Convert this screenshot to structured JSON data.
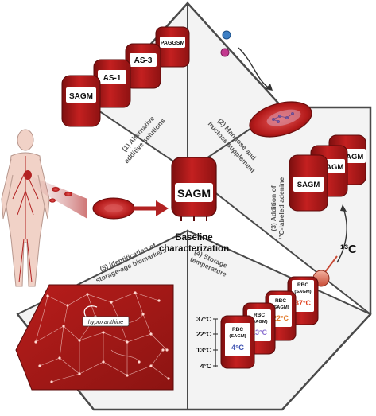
{
  "center": {
    "bag_label": "SAGM",
    "caption_line1": "Baseline",
    "caption_line2": "characterization"
  },
  "panel1": {
    "title_line1": "(1) Alternative",
    "title_line2": "additive solutions",
    "bags": [
      "SAGM",
      "AS-1",
      "AS-3",
      "PAGGSM"
    ]
  },
  "panel2": {
    "title_line1": "(2) Mannose and",
    "title_line2": "fructose supplement",
    "dot_colors": [
      "#3d7fc4",
      "#c2388e"
    ]
  },
  "panel3": {
    "title_line1": "(3) Addition of",
    "title_line2": "¹³C-labeled adenine",
    "bags": [
      "SAGM",
      "SAGM",
      "SAGM"
    ],
    "isotope_label": "¹³C"
  },
  "panel4": {
    "title_line1": "(4) Storage",
    "title_line2": "temperature",
    "scale": [
      "37°C",
      "22°C",
      "13°C",
      "4°C"
    ],
    "bags": [
      {
        "line1": "RBC",
        "line2": "(SAGM)",
        "temp": "4°C",
        "temp_color": "#3b4fb0"
      },
      {
        "line1": "RBC",
        "line2": "(SAGM)",
        "temp": "13°C",
        "temp_color": "#8a6fd0"
      },
      {
        "line1": "RBC",
        "line2": "(SAGM)",
        "temp": "22°C",
        "temp_color": "#e27a2a"
      },
      {
        "line1": "RBC",
        "line2": "(SAGM)",
        "temp": "37°C",
        "temp_color": "#e0401e"
      }
    ]
  },
  "panel5": {
    "title_line1": "(5) Identification of",
    "title_line2": "storage-age biomarkers",
    "highlight_label": "hypoxanthine"
  },
  "colors": {
    "bag_red": "#b41a1a",
    "bag_dark": "#7c0f0f",
    "panel_bg": "#f4f4f4",
    "network_bg": "#a11816",
    "frame": "#5a5a5a"
  }
}
